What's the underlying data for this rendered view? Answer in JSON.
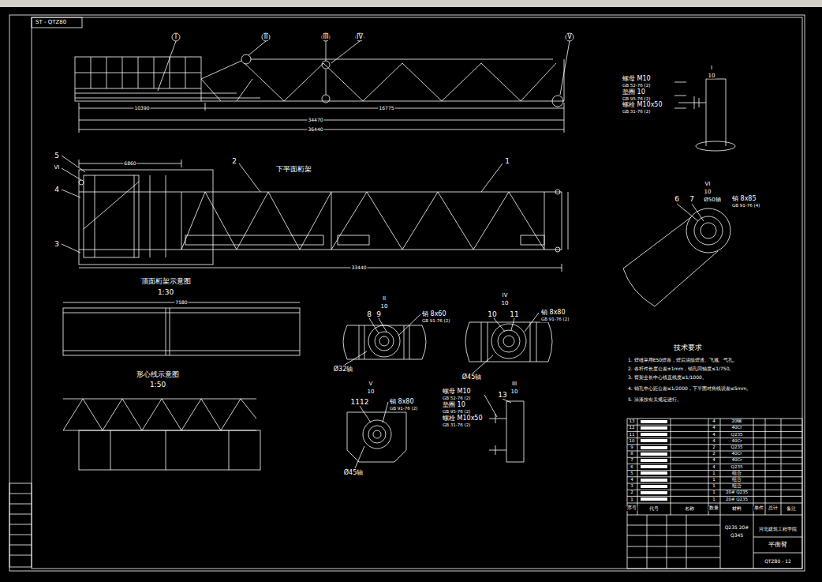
{
  "diagram": {
    "labels": [
      "ST - QTZ80",
      "I",
      "II",
      "III",
      "IV",
      "V",
      "10390",
      "16775",
      "34470",
      "36440",
      "5",
      "VI",
      "4",
      "3",
      "2",
      "1",
      "下平面桁架",
      "6860",
      "33440",
      "顶面桁架示意图",
      "1:30",
      "7580",
      "形心线示意图",
      "1:50",
      "I",
      "10",
      "螺母 M10",
      "GB 52-76 (2)",
      "垫圈 10",
      "GB 95-76 (2)",
      "螺栓 M10x50",
      "GB 31-76 (2)",
      "VI",
      "10",
      "6",
      "7",
      "Ø50轴",
      "销 8x85",
      "GB 91-76 (4)",
      "II",
      "10",
      "8",
      "9",
      "销 8x60",
      "GB 91-76 (2)",
      "Ø32轴",
      "IV",
      "10",
      "10",
      "11",
      "销 8x80",
      "GB 91-76 (2)",
      "Ø45轴",
      "V",
      "10",
      "1112",
      "销 8x80",
      "GB 91-76 (2)",
      "Ø45轴",
      "III",
      "10",
      "螺母 M10",
      "GB 52-76 (2)",
      "垫圈 10",
      "GB 95-76 (2)",
      "螺栓 M10x50",
      "GB 31-76 (2)",
      "13",
      "技术要求",
      "1. 焊缝采用E50焊条，焊后清除焊渣、飞溅、气孔。",
      "2. 各杆件长度公差±1mm，销孔同轴度≤1/750。",
      "3. 臂架全长中心线直线度≤1/1000。",
      "4. 销孔中心距公差≤1/2000，下平面对角线误差≤5mm。",
      "5. 涂漆按有关规定进行。",
      "序号",
      "代号",
      "名称",
      "数量",
      "材料",
      "单件",
      "总计",
      "备注",
      "Q235 20#",
      "Q345",
      "河北建筑工程学院",
      "平衡臂",
      "QTZ80 - 12",
      "13",
      "4",
      "20钢",
      "12",
      "4",
      "40Cr",
      "11",
      "4",
      "Q235",
      "10",
      "4",
      "40Cr",
      "9",
      "2",
      "Q235",
      "8",
      "2",
      "40Cr",
      "7",
      "4",
      "40Cr",
      "6",
      "4",
      "Q235",
      "5",
      "1",
      "组合",
      "4",
      "1",
      "组合",
      "3",
      "1",
      "组合",
      "2",
      "1",
      "20# Q235",
      "1",
      "1",
      "20# Q235"
    ]
  }
}
